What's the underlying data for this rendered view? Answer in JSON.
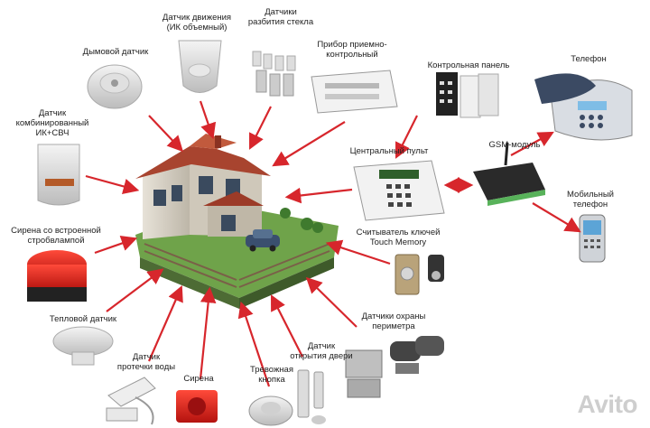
{
  "labels": {
    "motion": [
      "Датчик движения",
      "(ИК объемный)"
    ],
    "glass": [
      "Датчики",
      "разбития стекла"
    ],
    "smoke": [
      "Дымовой датчик"
    ],
    "panel_receiver": [
      "Прибор приемно-",
      "контрольный"
    ],
    "control_panel": [
      "Контрольная панель"
    ],
    "phone": [
      "Телефон"
    ],
    "combined": [
      "Датчик",
      "комбинированный",
      "ИК+СВЧ"
    ],
    "central": [
      "Центральный пульт"
    ],
    "gsm": [
      "GSM-модуль"
    ],
    "mobile": [
      "Мобильный",
      "телефон"
    ],
    "siren_strobe": [
      "Сирена со встроенной",
      "стробвлампой"
    ],
    "touch_memory": [
      "Считыватель ключей",
      "Touch Memory"
    ],
    "heat": [
      "Тепловой датчик"
    ],
    "perimeter": [
      "Датчики охраны",
      "периметра"
    ],
    "leak": [
      "Датчик",
      "протечки воды"
    ],
    "door": [
      "Датчик",
      "открытия двери"
    ],
    "siren": [
      "Сирена"
    ],
    "panic": [
      "Тревожная",
      "кнопка"
    ]
  },
  "watermark": "Avito",
  "colors": {
    "arrow": "#d7262c",
    "roof": "#a8442f",
    "grass": "#6fa34a",
    "wall": "#d9d3c7"
  }
}
